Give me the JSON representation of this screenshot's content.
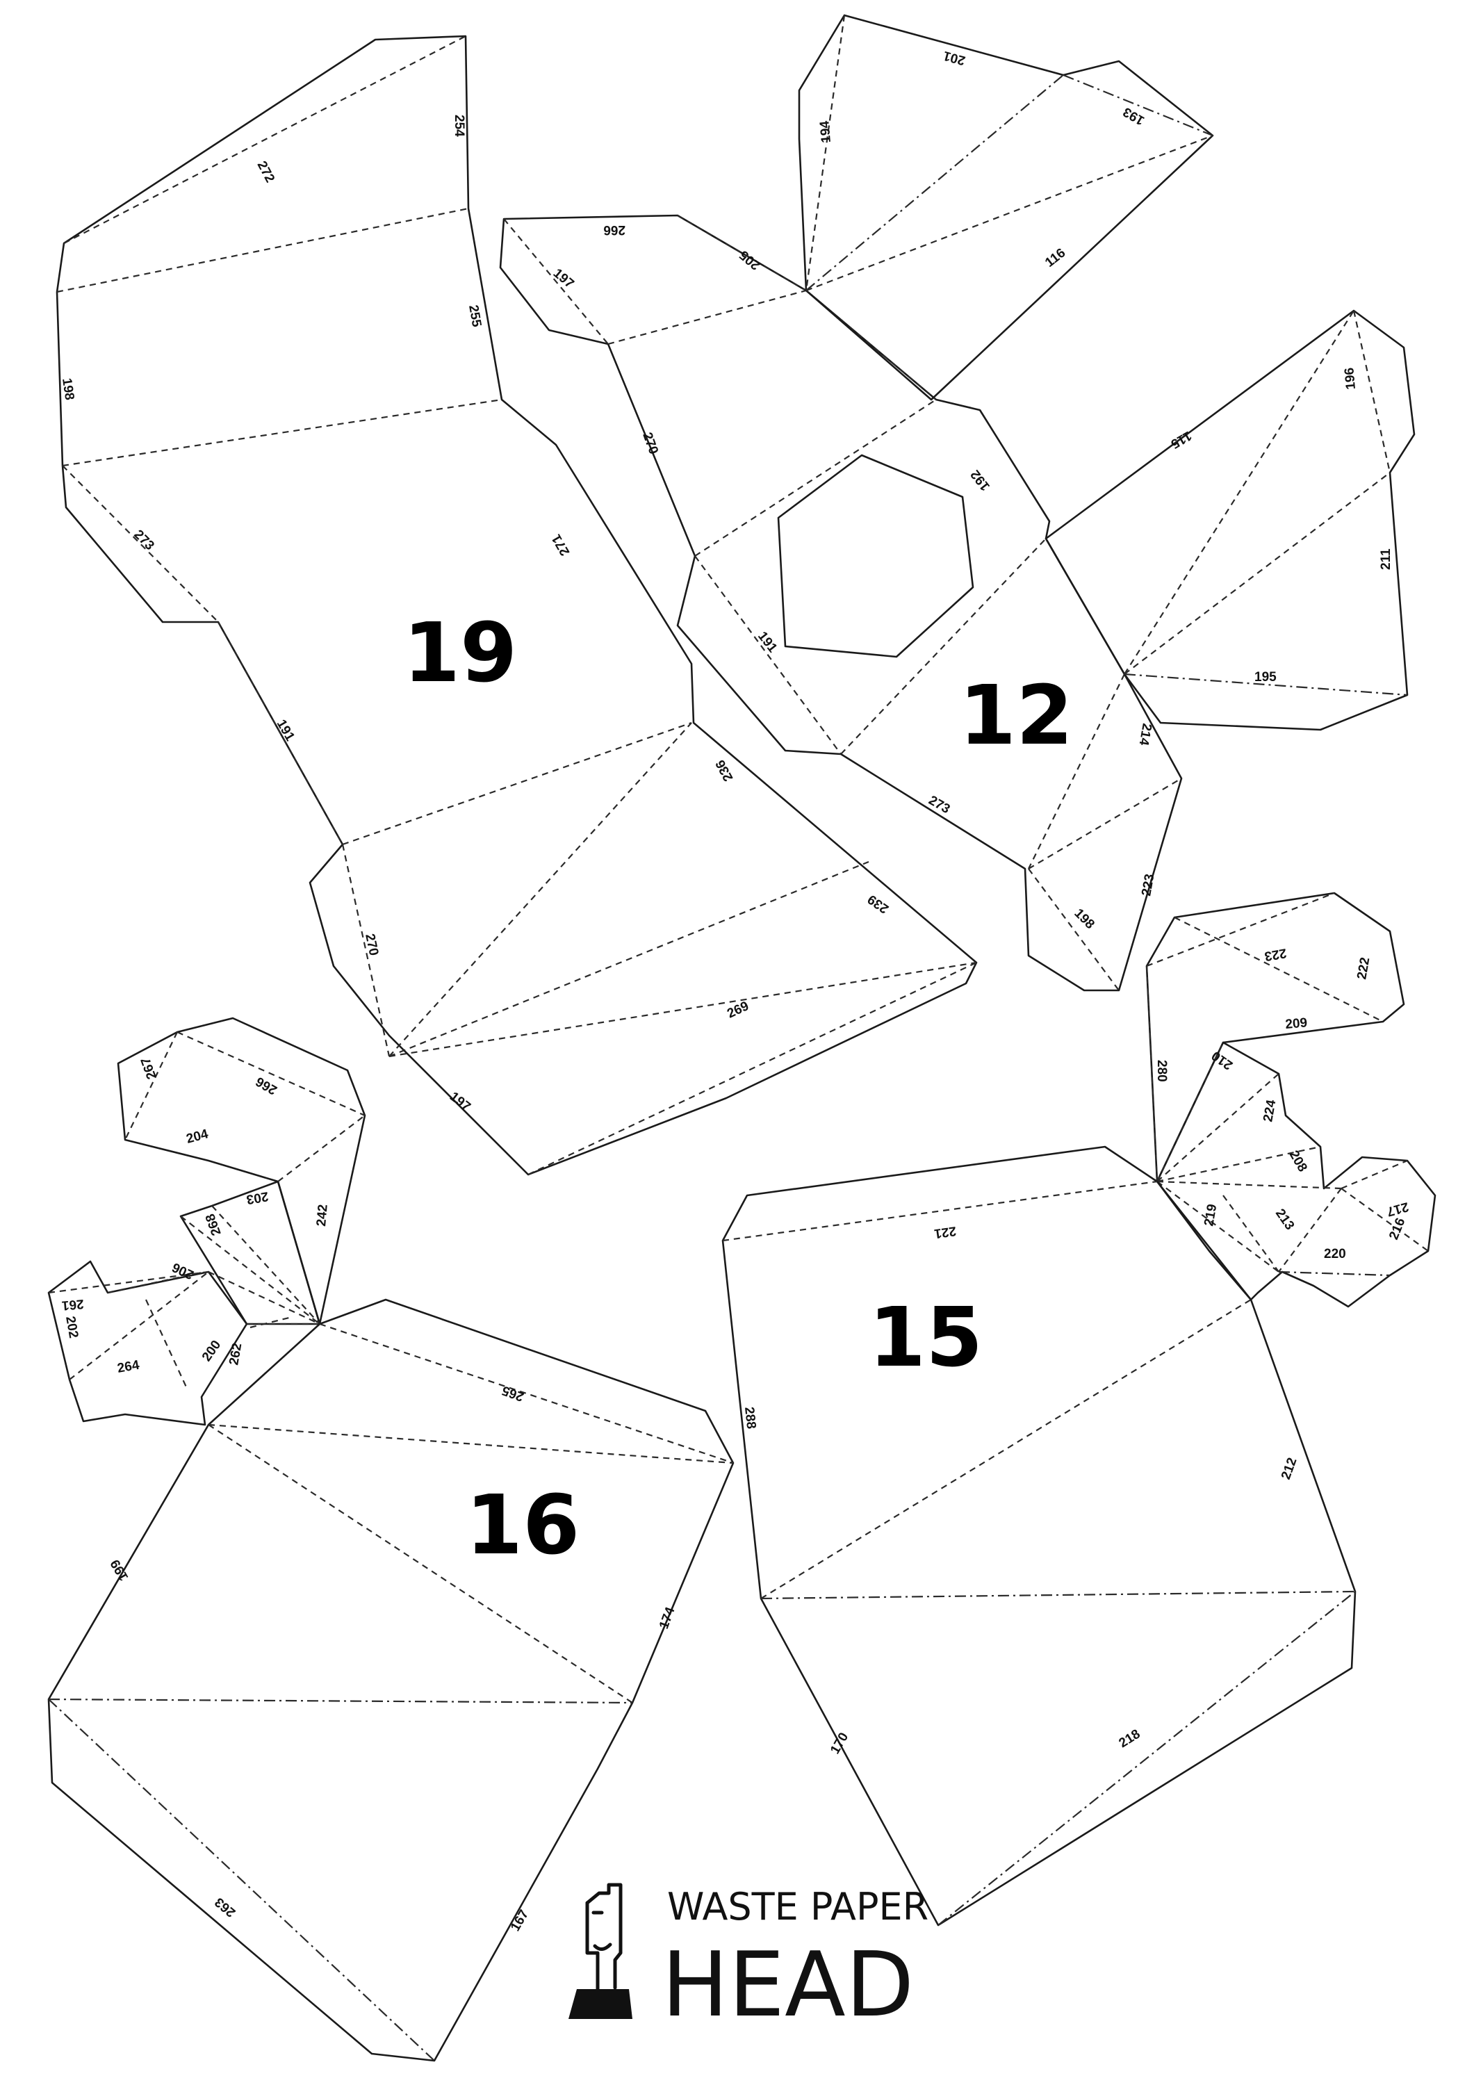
{
  "pieces": [
    {
      "id": "piece-19",
      "label": "19"
    },
    {
      "id": "piece-12",
      "label": "12"
    },
    {
      "id": "piece-15",
      "label": "15"
    },
    {
      "id": "piece-16",
      "label": "16"
    }
  ],
  "edge_labels": [
    "254",
    "272",
    "198",
    "255",
    "273",
    "271",
    "191",
    "270",
    "197",
    "236",
    "239",
    "269",
    "266",
    "205",
    "197",
    "270",
    "192",
    "191",
    "273",
    "201",
    "194",
    "193",
    "116",
    "115",
    "196",
    "211",
    "195",
    "214",
    "223",
    "198",
    "223",
    "222",
    "209",
    "280",
    "210",
    "224",
    "208",
    "217",
    "216",
    "213",
    "220",
    "219",
    "221",
    "288",
    "212",
    "170",
    "218",
    "267",
    "266",
    "204",
    "203",
    "242",
    "268",
    "206",
    "261",
    "202",
    "264",
    "200",
    "262",
    "265",
    "199",
    "174",
    "263",
    "167"
  ],
  "brand": {
    "line1": "WASTE PAPER",
    "line2": "HEAD"
  },
  "colors": {
    "line": "#1a1a1a",
    "background": "#ffffff"
  }
}
